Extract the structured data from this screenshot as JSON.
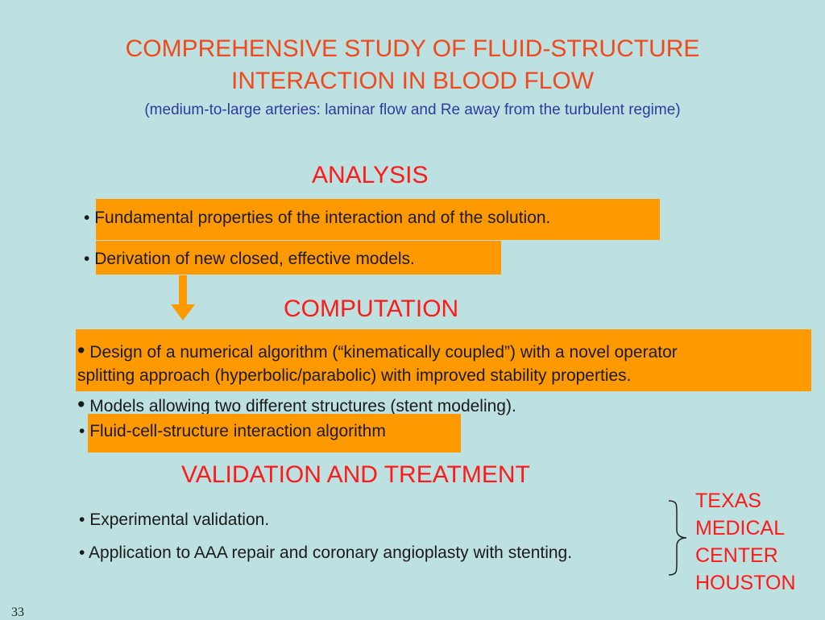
{
  "title": {
    "line1": "COMPREHENSIVE STUDY OF  FLUID-STRUCTURE",
    "line2": "INTERACTION IN BLOOD FLOW",
    "subtitle": "(medium-to-large arteries: laminar flow and Re away from the turbulent regime)"
  },
  "analysis": {
    "heading": "ANALYSIS",
    "bullet_symbol": "•",
    "items": [
      "Fundamental properties of the interaction and of the solution.",
      "Derivation of  new closed, effective models."
    ]
  },
  "computation": {
    "heading": "COMPUTATION",
    "bullet_symbol": "•",
    "item1_line1": "Design of a numerical algorithm (“kinematically coupled”) with a novel operator",
    "item1_line2": "splitting approach (hyperbolic/parabolic) with improved stability properties.",
    "item2": "Models allowing two different structures (stent modeling).",
    "item3": "Fluid-cell-structure interaction algorithm"
  },
  "validation": {
    "heading": "VALIDATION AND TREATMENT",
    "bullet_symbol": "•",
    "items": [
      "Experimental validation.",
      "Application to AAA repair and coronary angioplasty with stenting."
    ]
  },
  "texas": {
    "lines": [
      "TEXAS",
      "MEDICAL",
      "CENTER",
      "HOUSTON"
    ]
  },
  "page_number": "33",
  "colors": {
    "background": "#bde0e1",
    "highlight": "#ff9900",
    "title": "#f04a1c",
    "heading": "#ff1a1a",
    "subtitle": "#2e3aa0"
  }
}
